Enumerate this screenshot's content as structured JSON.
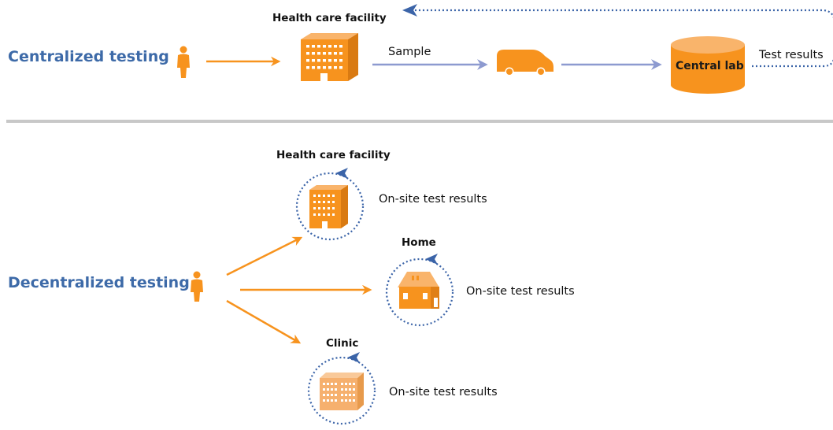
{
  "colors": {
    "orange": "#f7931e",
    "orange_light": "#f6b06e",
    "blue_arrow": "#8d9ad0",
    "blue_dotted": "#3b64a8",
    "divider": "#c8c8c8",
    "section_title": "#3d6aa8"
  },
  "centralized": {
    "title": "Centralized testing",
    "person_icon": "person-icon",
    "facility_label": "Health care facility",
    "facility_icon": "building-icon",
    "sample_label": "Sample",
    "transport_icon": "van-icon",
    "lab_label": "Central lab",
    "lab_icon": "cylinder-icon",
    "results_label": "Test results"
  },
  "decentralized": {
    "title": "Decentralized testing",
    "person_icon": "person-icon",
    "sites": [
      {
        "name": "Health care facility",
        "icon": "building-icon",
        "result_label": "On-site test results"
      },
      {
        "name": "Home",
        "icon": "house-icon",
        "result_label": "On-site test results"
      },
      {
        "name": "Clinic",
        "icon": "clinic-icon",
        "result_label": "On-site test results"
      }
    ]
  }
}
